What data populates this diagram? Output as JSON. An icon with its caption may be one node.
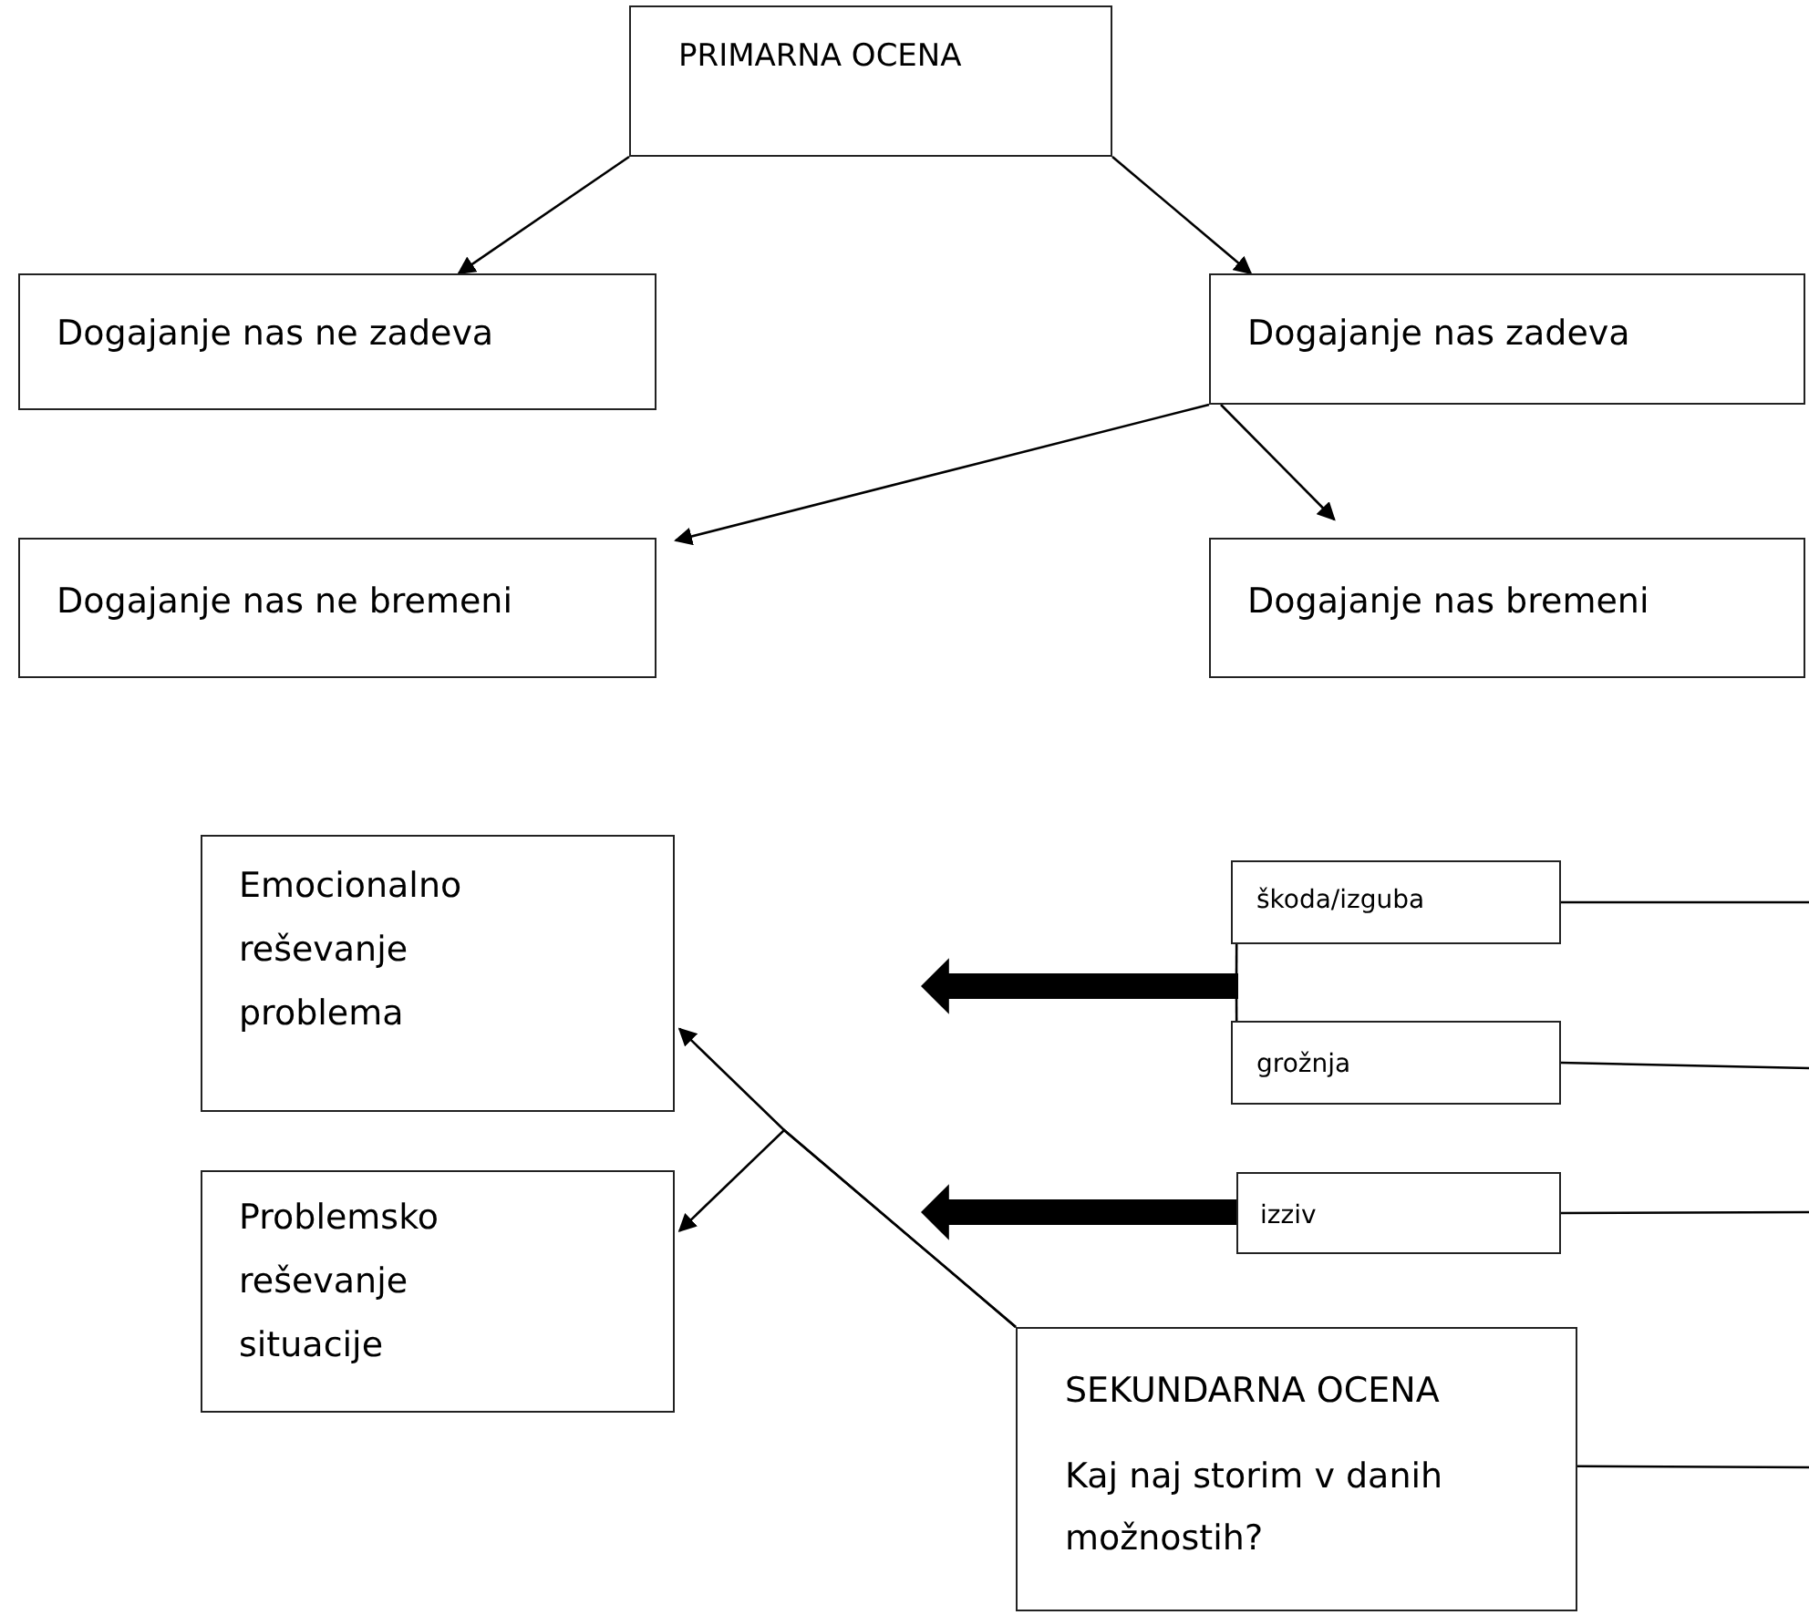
{
  "diagram": {
    "nodes": [
      {
        "text": [
          "PRIMARNA OCENA"
        ]
      },
      {
        "text": [
          "Dogajanje nas ne zadeva"
        ]
      },
      {
        "text": [
          "Dogajanje nas zadeva"
        ]
      },
      {
        "text": [
          "Dogajanje nas ne bremeni"
        ]
      },
      {
        "text": [
          "Dogajanje nas bremeni"
        ]
      },
      {
        "text": [
          "Emocionalno reševanje problema"
        ]
      },
      {
        "text": [
          "Problemsko reševanje situacije"
        ]
      },
      {
        "text": [
          "škoda/izguba"
        ]
      },
      {
        "text": [
          "grožnja"
        ]
      },
      {
        "text": [
          "izziv"
        ]
      },
      {
        "text": [
          "SEKUNDARNA OCENA",
          "Kaj naj storim v danih možnostih?"
        ]
      }
    ],
    "edges": [
      {
        "from": 0,
        "to": 1,
        "arrow": "to"
      },
      {
        "from": 0,
        "to": 2,
        "arrow": "to"
      },
      {
        "from": 2,
        "to": 3,
        "arrow": "to"
      },
      {
        "from": 2,
        "to": 4,
        "arrow": "to"
      },
      {
        "from": 7,
        "to": null,
        "arrow": "to",
        "style": "thick"
      },
      {
        "from": 8,
        "to": null,
        "arrow": "to",
        "style": "thick"
      },
      {
        "from": 9,
        "to": null,
        "arrow": "to",
        "style": "thick"
      },
      {
        "from": 10,
        "to": 5,
        "arrow": "to"
      },
      {
        "from": 10,
        "to": 6,
        "arrow": "to"
      },
      {
        "from": 7,
        "to": null,
        "arrow": "none"
      },
      {
        "from": 8,
        "to": null,
        "arrow": "none"
      },
      {
        "from": 9,
        "to": null,
        "arrow": "none"
      },
      {
        "from": 10,
        "to": null,
        "arrow": "none"
      }
    ]
  }
}
